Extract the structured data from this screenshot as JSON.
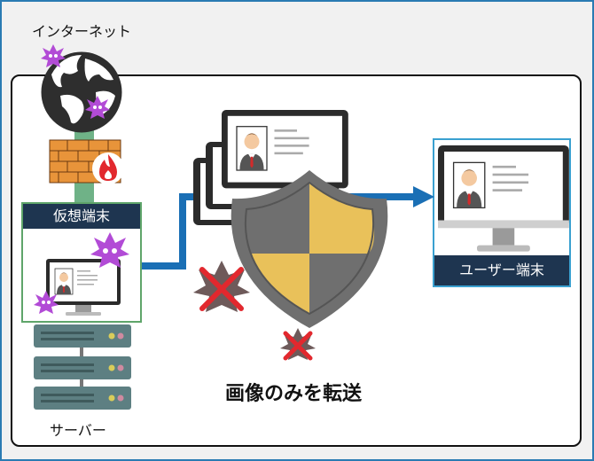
{
  "labels": {
    "internet": "インターネット",
    "virtual_terminal": "仮想端末",
    "user_terminal": "ユーザー端末",
    "server": "サーバー",
    "caption": "画像のみを転送"
  },
  "colors": {
    "frame_border": "#2a7bb3",
    "header_navy": "#1e3550",
    "flow_blue": "#1a6fb5",
    "virus_purple": "#b24bd6",
    "blocked_red": "#e2282e",
    "shield_gold": "#e9c15a",
    "shield_gray": "#6f6f6f"
  },
  "icons": [
    "globe-icon",
    "virus-icon",
    "firewall-icon",
    "fire-icon",
    "monitor-icon",
    "profile-icon",
    "shield-icon",
    "blocked-virus-icon",
    "server-icon",
    "arrow-icon"
  ]
}
